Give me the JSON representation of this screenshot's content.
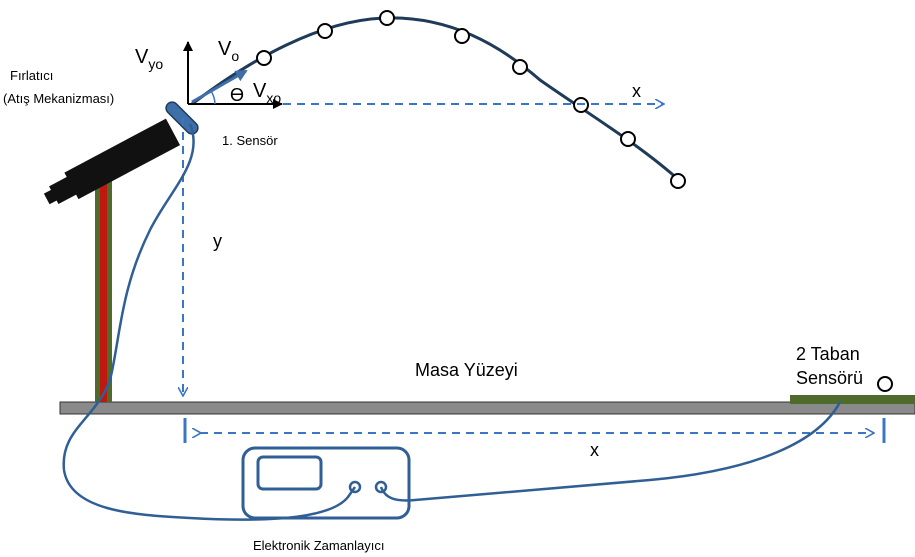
{
  "labels": {
    "launcher": "Fırlatıcı",
    "launcher_sub": "(Atış Mekanizması)",
    "sensor1": "1. Sensör",
    "vyo_main": "V",
    "vyo_sub": "yo",
    "vo_main": "V",
    "vo_sub": "o",
    "vxo_main": "V",
    "vxo_sub": "xo",
    "theta": "ϴ",
    "x_top": "x",
    "y_axis": "y",
    "table": "Masa Yüzeyi",
    "sensor2_line1": "2 Taban",
    "sensor2_line2": "Sensörü",
    "x_bottom": "x",
    "timer": "Elektronik Zamanlayıcı"
  },
  "colors": {
    "trajectory": "#1f3b5a",
    "cable": "#2f5f95",
    "dashed": "#3a76c4",
    "launcher_body": "#111111",
    "launcher_tip": "#3f6fa8",
    "stand_outer": "#4e6b2c",
    "stand_inner": "#c0180e",
    "table_top": "#8a8a8a",
    "sensor_pad": "#4e6b2c",
    "timer_box": "#2f5f95"
  }
}
